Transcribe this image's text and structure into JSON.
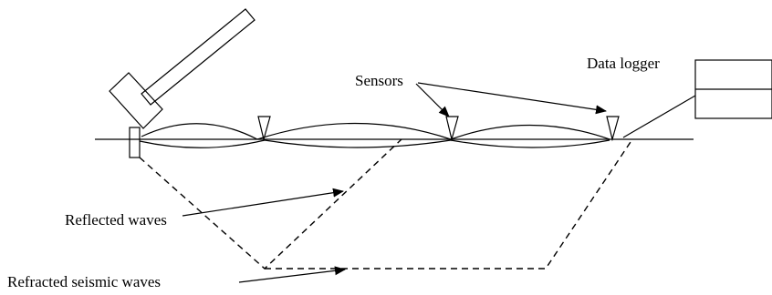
{
  "diagram": {
    "labels": {
      "data_logger": "Data logger",
      "sensors": "Sensors",
      "reflected": "Reflected waves",
      "refracted": "Refracted seismic waves"
    },
    "icons": {
      "hammer": "hammer-icon",
      "plate": "impact-plate-icon",
      "sensor": "sensor-triangle-icon",
      "logger": "data-logger-box-icon"
    },
    "colors": {
      "ink": "#000000",
      "background": "#ffffff"
    }
  }
}
